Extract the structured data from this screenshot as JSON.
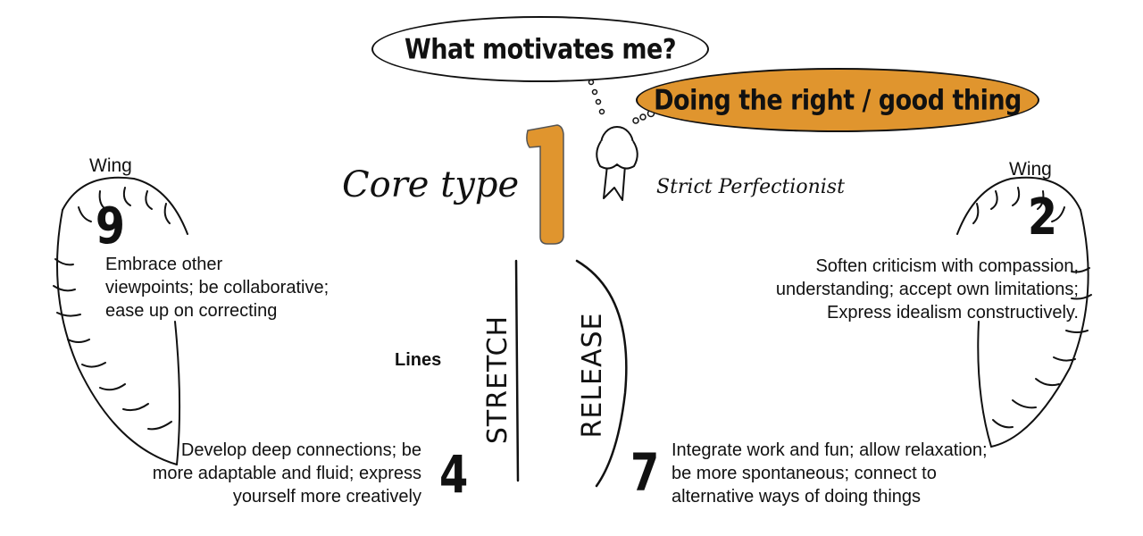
{
  "header": {
    "question": "What motivates me?",
    "answer": "Doing the right / good thing"
  },
  "core": {
    "label": "Core type",
    "number": "1",
    "persona": "Strict Perfectionist"
  },
  "wings": [
    {
      "label": "Wing",
      "number": "9",
      "advice": [
        "Embrace other",
        "viewpoints; be collaborative;",
        "ease up on correcting"
      ]
    },
    {
      "label": "Wing",
      "number": "2",
      "advice": [
        "Soften criticism with compassion,",
        "understanding; accept own limitations;",
        "Express idealism constructively."
      ]
    }
  ],
  "lines": {
    "label": "Lines",
    "stretch": {
      "label": "STRETCH",
      "number": "4",
      "advice": [
        "Develop deep connections; be",
        "more adaptable and fluid; express",
        "yourself more creatively"
      ]
    },
    "release": {
      "label": "RELEASE",
      "number": "7",
      "advice": [
        "Integrate work and fun; allow relaxation;",
        "be more spontaneous; connect to",
        "alternative ways of doing things"
      ]
    }
  },
  "colors": {
    "accent": "#e0952e",
    "ink": "#111111"
  }
}
